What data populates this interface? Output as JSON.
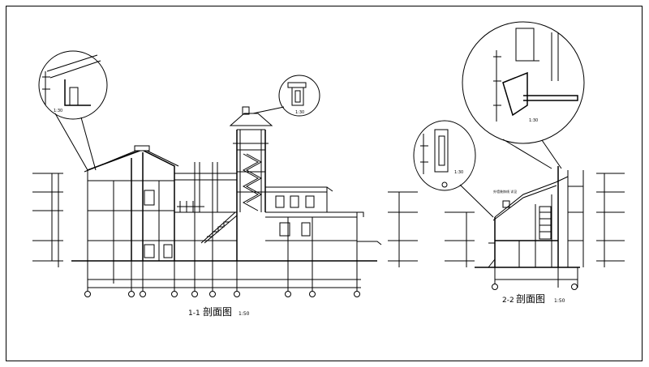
{
  "section_1": {
    "number": "1-1",
    "title": "剖面图",
    "scale": "1:50"
  },
  "section_2": {
    "number": "2-2",
    "title": "剖面图",
    "scale": "1:50"
  },
  "details": {
    "eave_scale": "1:30",
    "tower_cap_scale": "1:30",
    "parapet_scale": "1:30",
    "cornice_scale": "1:30",
    "note": "外墙装饰线 详见"
  }
}
